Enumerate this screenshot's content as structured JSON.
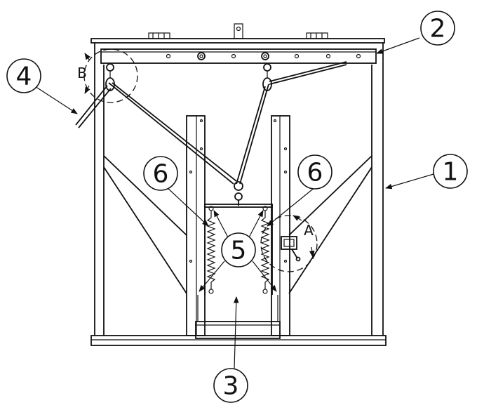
{
  "callouts": {
    "c1": "1",
    "c2": "2",
    "c3": "3",
    "c4": "4",
    "c5": "5",
    "c6_left": "6",
    "c6_right": "6"
  },
  "detail_labels": {
    "a": "A",
    "b": "B"
  }
}
